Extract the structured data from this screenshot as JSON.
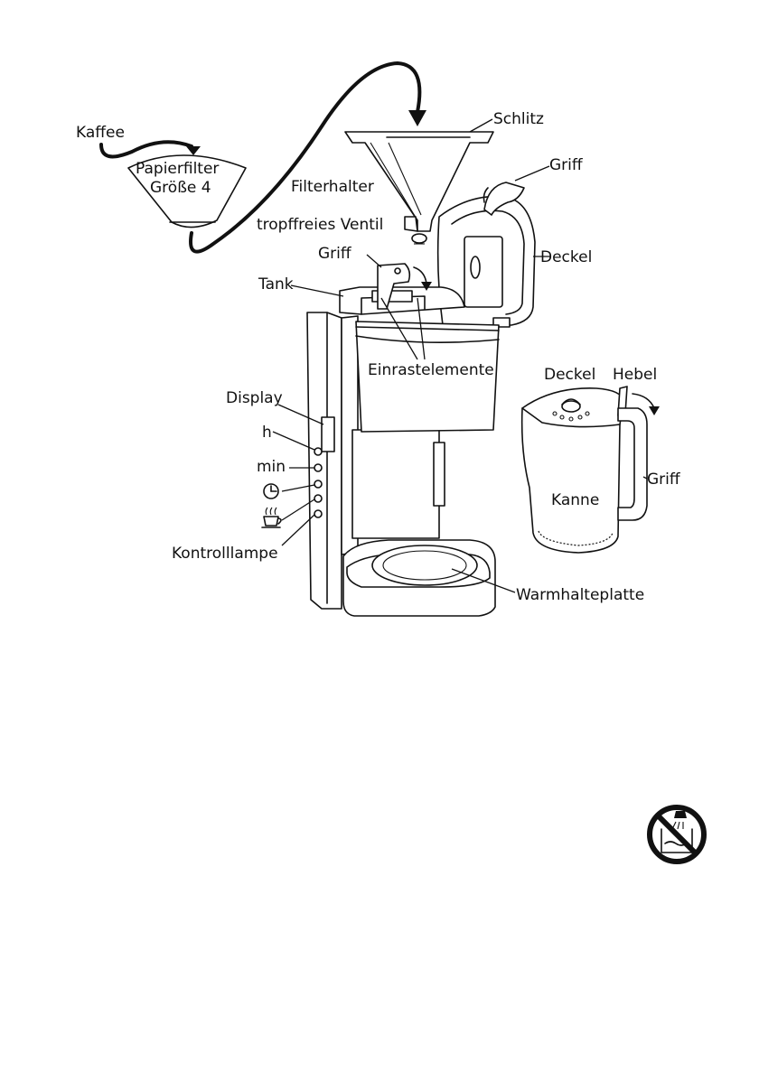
{
  "labels": {
    "kaffee": "Kaffee",
    "papierfilter_line1": "Papierfilter",
    "papierfilter_line2": "Größe 4",
    "schlitz": "Schlitz",
    "griff_top": "Griff",
    "filterhalter": "Filterhalter",
    "tropffreies_ventil": "tropffreies Ventil",
    "deckel_top": "Deckel",
    "griff_tank": "Griff",
    "tank": "Tank",
    "einrastelemente": "Einrastelemente",
    "display": "Display",
    "h": "h",
    "min": "min",
    "kontrolllampe": "Kontrolllampe",
    "deckel_kanne": "Deckel",
    "hebel": "Hebel",
    "griff_kanne": "Griff",
    "kanne": "Kanne",
    "warmhalteplatte": "Warmhalteplatte"
  },
  "icons": {
    "clock": "clock-icon",
    "cup": "steaming-cup-icon",
    "no_immersion": "do-not-immerse-icon"
  }
}
